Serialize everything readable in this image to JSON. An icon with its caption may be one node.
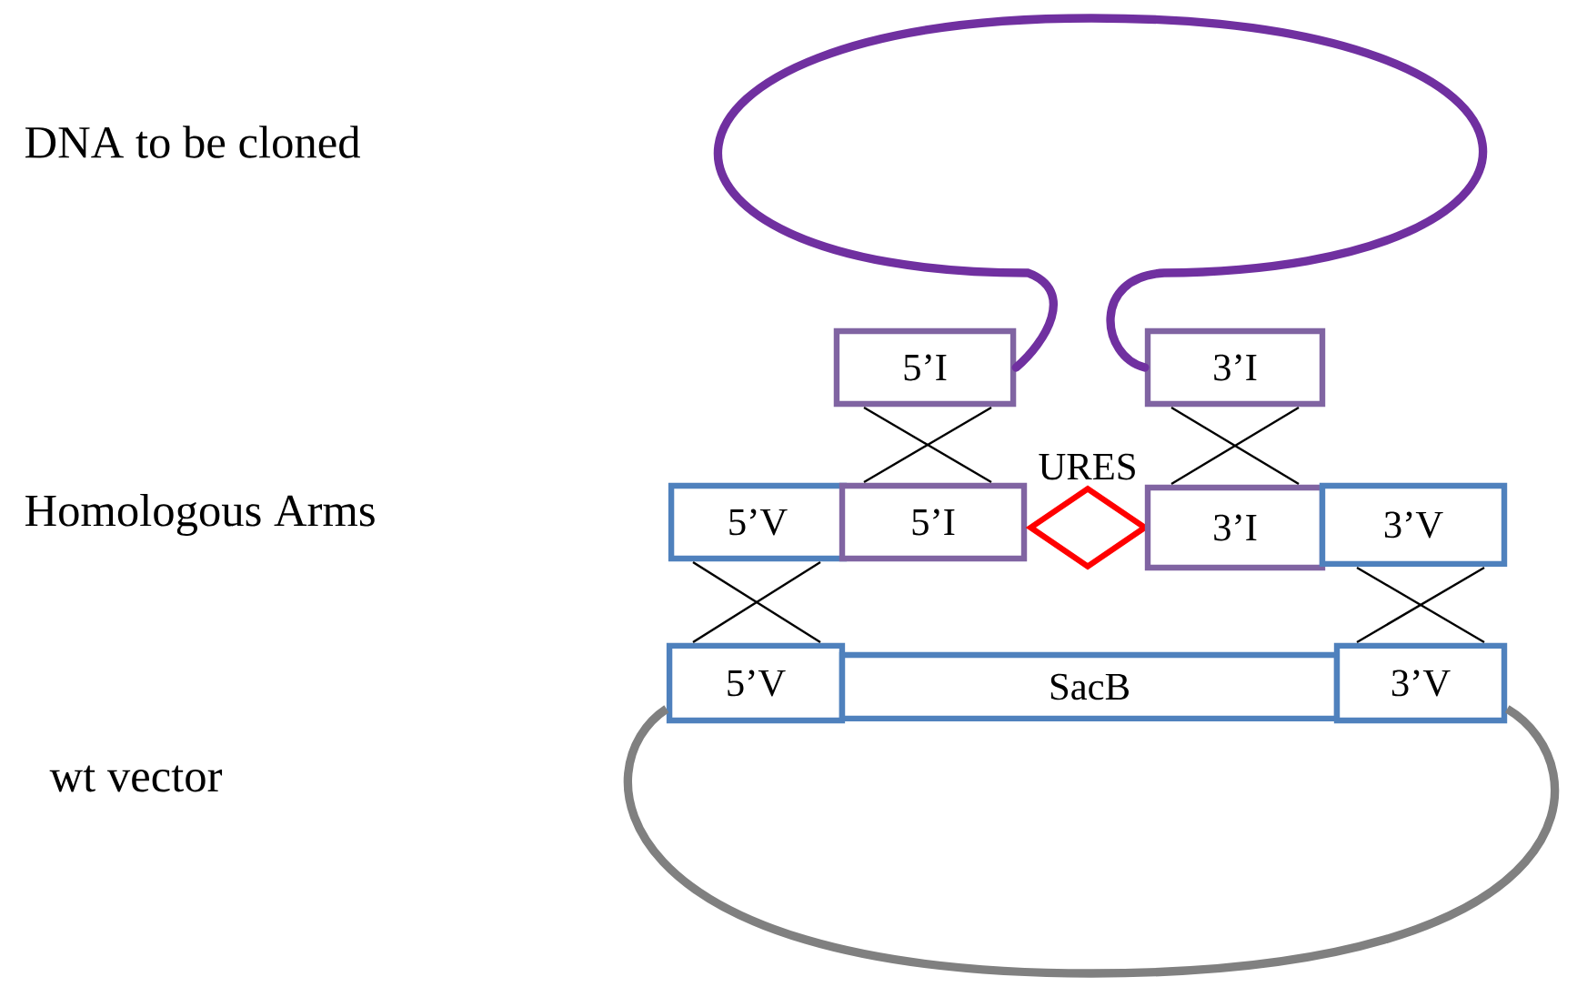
{
  "diagram": {
    "nodes": [
      {
        "text": [
          "5’I"
        ]
      },
      {
        "text": [
          "3’I"
        ]
      },
      {
        "text": [
          "5’V"
        ]
      },
      {
        "text": [
          "5’I"
        ]
      },
      {
        "text": [
          "URES"
        ]
      },
      {
        "text": [
          "3’I"
        ]
      },
      {
        "text": [
          "3’V"
        ]
      },
      {
        "text": [
          "5’V"
        ]
      },
      {
        "text": [
          "SacB"
        ]
      },
      {
        "text": [
          "3’V"
        ]
      }
    ],
    "edges": [
      {
        "from": 0,
        "to": 1,
        "arrow": "none",
        "style": "thick",
        "color": "#7030a0"
      },
      {
        "from": 0,
        "to": 3,
        "arrow": "none"
      },
      {
        "from": 1,
        "to": 5,
        "arrow": "none"
      },
      {
        "from": 2,
        "to": 7,
        "arrow": "none"
      },
      {
        "from": 6,
        "to": 9,
        "arrow": "none"
      },
      {
        "from": 7,
        "to": 9,
        "arrow": "none",
        "style": "thick",
        "color": "#808080"
      }
    ],
    "labels": [
      "DNA to be cloned",
      "Homologous Arms",
      "wt vector"
    ]
  }
}
